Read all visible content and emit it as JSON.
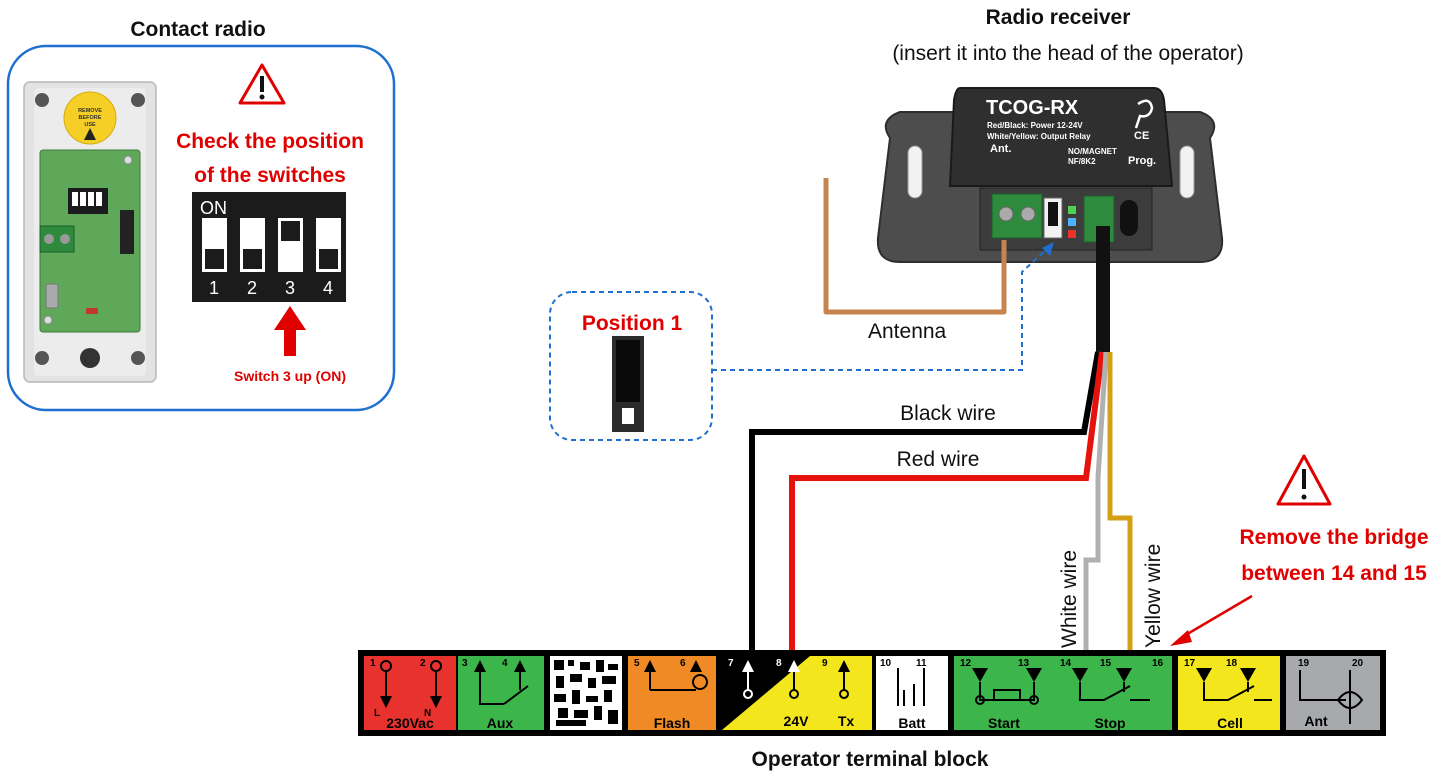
{
  "contact_radio": {
    "title": "Contact radio",
    "warning": [
      "Check the position",
      "of the switches"
    ],
    "dip_on": "ON",
    "dip_numbers": [
      "1",
      "2",
      "3",
      "4"
    ],
    "switch_note": "Switch 3 up (ON)",
    "device_tag": [
      "REMOVE",
      "BEFORE",
      "USE"
    ]
  },
  "receiver": {
    "title": "Radio receiver",
    "subtitle": "(insert it into the head of the operator)",
    "model": "TCOG-RX",
    "line1": "Red/Black: Power 12-24V",
    "line2": "White/Yellow: Output Relay",
    "ant": "Ant.",
    "no_magnet": "NO/MAGNET",
    "nf": "NF/8K2",
    "ce": "CE",
    "prog": "Prog."
  },
  "position": {
    "label": "Position 1"
  },
  "antenna": {
    "label": "Antenna"
  },
  "wires": {
    "black": "Black wire",
    "red": "Red wire",
    "white": "White wire",
    "yellow": "Yellow wire"
  },
  "bridge_warning": [
    "Remove the bridge",
    "between 14 and 15"
  ],
  "terminal_block": {
    "title": "Operator terminal block",
    "blocks": [
      {
        "name": "230Vac",
        "nums": [
          "1",
          "2"
        ],
        "color": "#e8322e",
        "extra": [
          "L",
          "N"
        ]
      },
      {
        "name": "Aux",
        "nums": [
          "3",
          "4"
        ],
        "color": "#3cb64a"
      },
      {
        "name": "",
        "nums": [],
        "color": "#ffffff"
      },
      {
        "name": "Flash",
        "nums": [
          "5",
          "6"
        ],
        "color": "#f08a24"
      },
      {
        "name": "24V",
        "nums": [
          "7",
          "8",
          "9"
        ],
        "color": "#f4e61c",
        "extra": [
          "Tx"
        ]
      },
      {
        "name": "Batt",
        "nums": [
          "10",
          "11"
        ],
        "color": "#ffffff"
      },
      {
        "name": "Start",
        "nums": [
          "12",
          "13"
        ],
        "color": "#3cb64a"
      },
      {
        "name": "Stop",
        "nums": [
          "14",
          "15",
          "16"
        ],
        "color": "#3cb64a"
      },
      {
        "name": "Cell",
        "nums": [
          "17",
          "18"
        ],
        "color": "#f4e61c"
      },
      {
        "name": "Ant",
        "nums": [
          "19",
          "20"
        ],
        "color": "#a7a9ac"
      }
    ]
  },
  "colors": {
    "warning_red": "#e00000",
    "dashed_blue": "#1f6fd1",
    "black_wire": "#000000",
    "red_wire": "#e8120c",
    "white_wire": "#b0b0b0",
    "yellow_wire": "#d4a017",
    "antenna": "#c8844e"
  }
}
